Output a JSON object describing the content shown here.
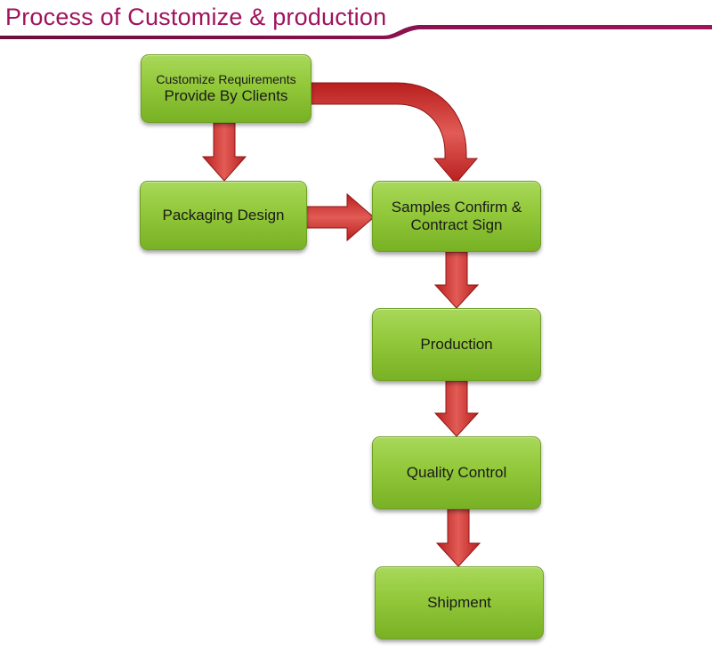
{
  "header": {
    "title": "Process of Customize & production",
    "accent_color": "#a0135d"
  },
  "colors": {
    "box_fill": "#92c83a",
    "arrow_fill": "#d23a36"
  },
  "steps": {
    "customize": {
      "line1": "Customize Requirements",
      "line2": "Provide By Clients"
    },
    "packaging": {
      "label": "Packaging Design"
    },
    "samples": {
      "line1": "Samples Confirm &",
      "line2": "Contract Sign"
    },
    "production": {
      "label": "Production"
    },
    "quality": {
      "label": "Quality Control"
    },
    "shipment": {
      "label": "Shipment"
    }
  }
}
